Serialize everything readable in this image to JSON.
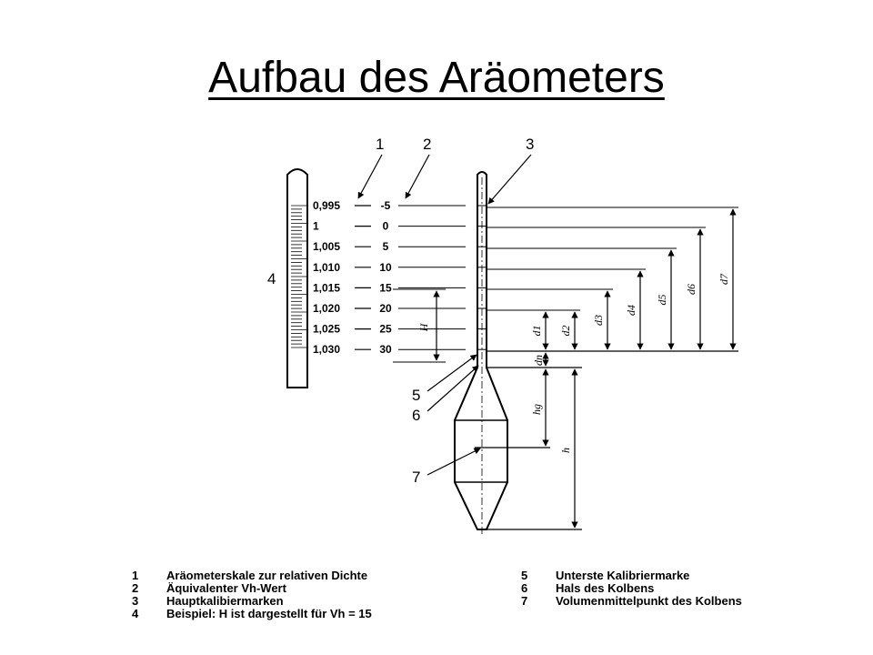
{
  "title": "Aufbau des Aräometers",
  "scale_relative_density": [
    "0,995",
    "1",
    "1,005",
    "1,010",
    "1,015",
    "1,020",
    "1,025",
    "1,030"
  ],
  "scale_vh": [
    "-5",
    "0",
    "5",
    "10",
    "15",
    "20",
    "25",
    "30"
  ],
  "callouts": {
    "c1": "1",
    "c2": "2",
    "c3": "3",
    "c4": "4",
    "c5": "5",
    "c6": "6",
    "c7": "7"
  },
  "dimensions": {
    "H": "H",
    "d1": "d1",
    "d2": "d2",
    "d3": "d3",
    "d4": "d4",
    "d5": "d5",
    "d6": "d6",
    "d7": "d7",
    "dn": "dn",
    "hg": "hg",
    "h": "h"
  },
  "legend": {
    "left": [
      {
        "num": "1",
        "text": "Aräometerskale zur relativen Dichte"
      },
      {
        "num": "2",
        "text": "Äquivalenter Vh-Wert"
      },
      {
        "num": "3",
        "text": "Hauptkalibiermarken"
      },
      {
        "num": "4",
        "text": "Beispiel: H ist dargestellt für Vh = 15"
      }
    ],
    "right": [
      {
        "num": "5",
        "text": "Unterste Kalibriermarke"
      },
      {
        "num": "6",
        "text": "Hals des Kolbens"
      },
      {
        "num": "7",
        "text": "Volumenmittelpunkt des Kolbens"
      }
    ]
  }
}
